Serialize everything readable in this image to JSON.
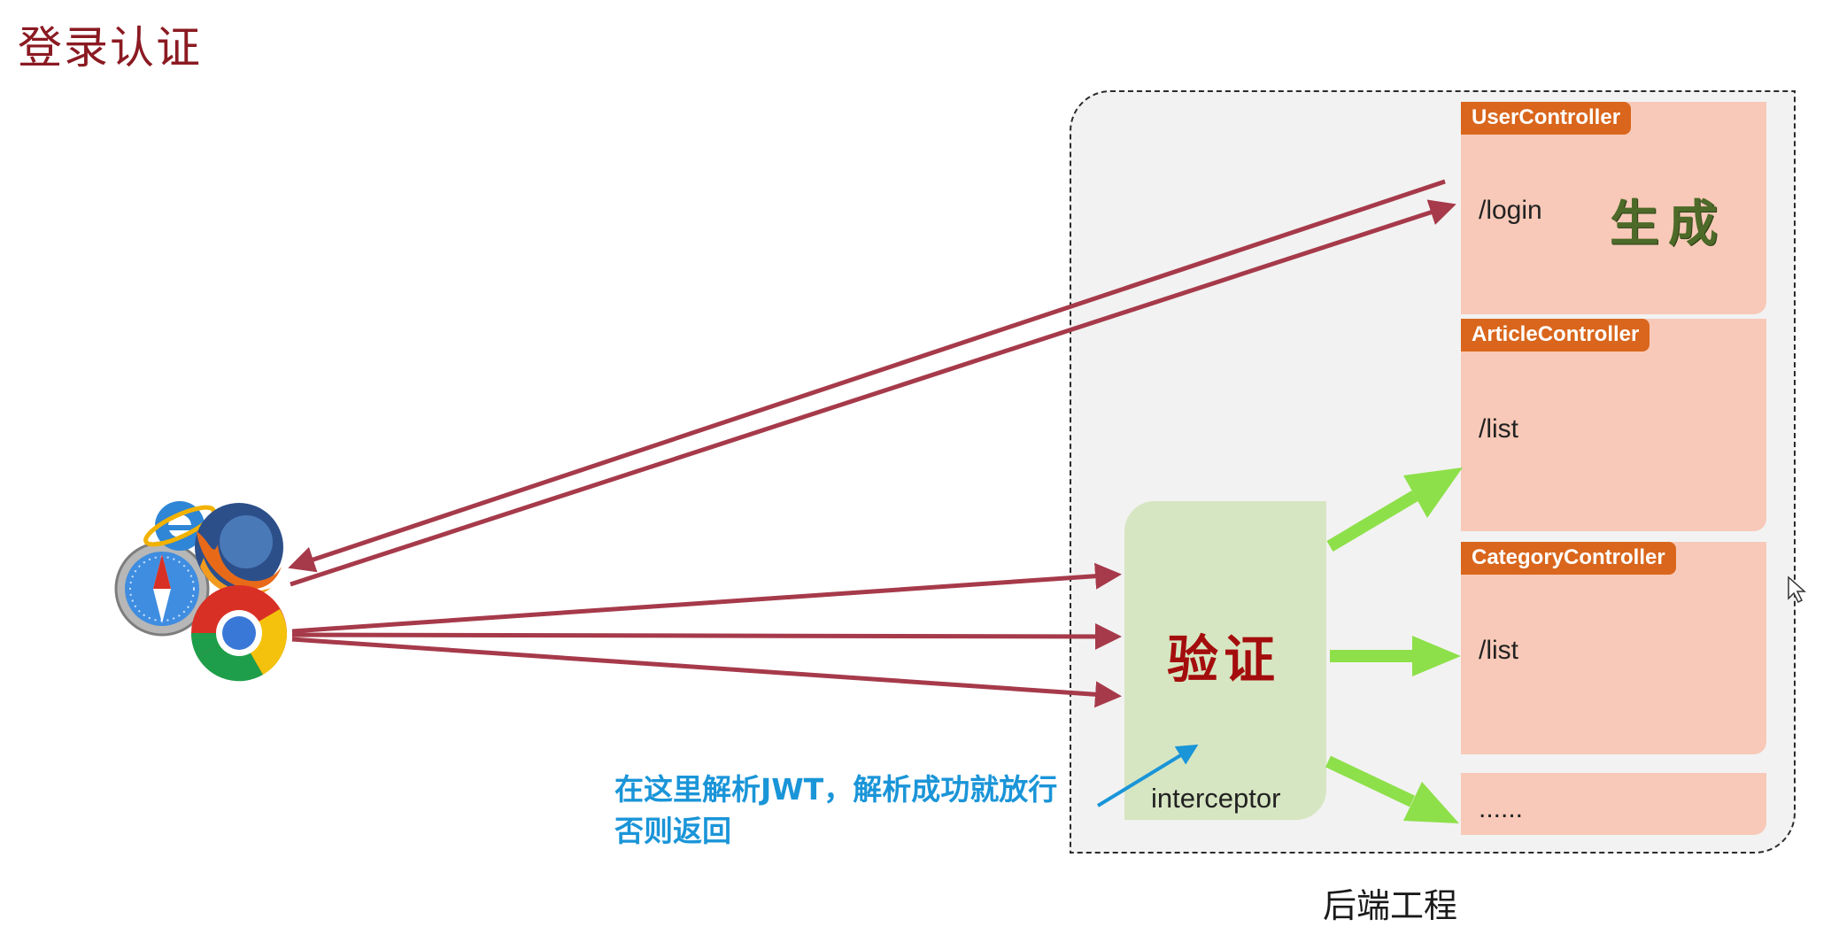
{
  "title": "登录认证",
  "backend": {
    "label": "后端工程",
    "controllers": [
      {
        "name": "UserController",
        "path": "/login",
        "note": "生成"
      },
      {
        "name": "ArticleController",
        "path": "/list"
      },
      {
        "name": "CategoryController",
        "path": "/list"
      },
      {
        "name": "",
        "path": "......"
      }
    ],
    "interceptor": {
      "action": "验证",
      "label": "interceptor"
    }
  },
  "annotation": {
    "line1": "在这里解析JWT，解析成功就放行",
    "line2": "否则返回"
  },
  "client": {
    "icons": [
      "safari-icon",
      "ie-icon",
      "firefox-icon",
      "chrome-icon"
    ]
  },
  "colors": {
    "title": "#8b1a22",
    "request_arrow": "#a63a4a",
    "pass_arrow": "#8ee04a",
    "note_arrow": "#1a95d8",
    "controller_fill": "#f8c9b8",
    "controller_tag": "#d9661c",
    "interceptor_fill": "#d7e6c2"
  }
}
